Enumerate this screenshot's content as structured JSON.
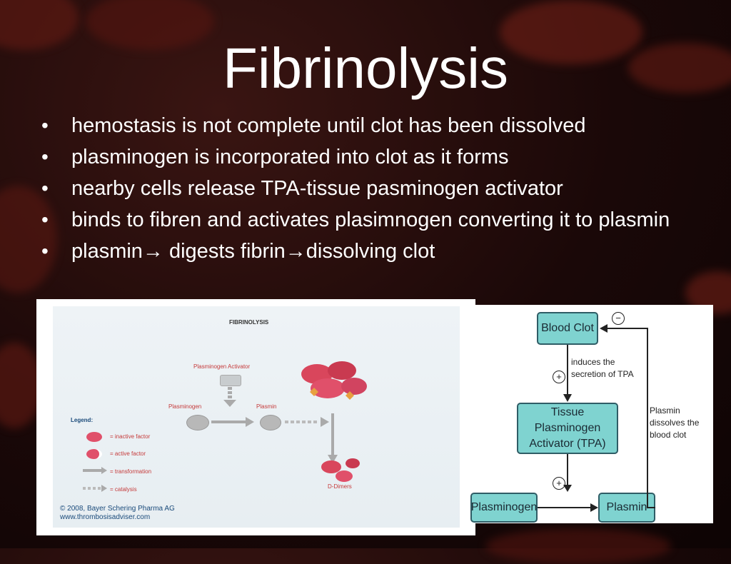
{
  "slide": {
    "title": "Fibrinolysis",
    "bullets": [
      "hemostasis is not complete until clot has been dissolved",
      "plasminogen is incorporated into clot as it forms",
      "nearby cells release TPA-tissue pasminogen activator",
      "binds to fibren and activates plasimnogen converting  it to plasmin",
      "plasmin→ digests fibrin→dissolving clot"
    ]
  },
  "left_figure": {
    "heading": "FIBRINOLYSIS",
    "activator_label": "Plasminogen Activator",
    "plasminogen_label": "Plasminogen",
    "plasmin_label": "Plasmin",
    "ddimers_label": "D-Dimers",
    "legend_title": "Legend:",
    "legend_inactive": "= inactive factor",
    "legend_active": "= active factor",
    "legend_transformation": "= transformation",
    "legend_catalysis": "= catalysis",
    "copyright": "© 2008, Bayer Schering Pharma AG",
    "website": "www.thrombosisadviser.com"
  },
  "right_figure": {
    "blood_clot": "Blood Clot",
    "induces": "induces the secretion of TPA",
    "tpa": "Tissue Plasminogen Activator (TPA)",
    "plasminogen": "Plasminogen",
    "plasmin": "Plasmin",
    "dissolves": "Plasmin dissolves the blood clot",
    "plus": "+",
    "minus": "−"
  },
  "colors": {
    "background": "#1a0808",
    "cell_red": "#7a2016",
    "box_fill": "#7fd3d0",
    "box_border": "#2f5d66"
  }
}
